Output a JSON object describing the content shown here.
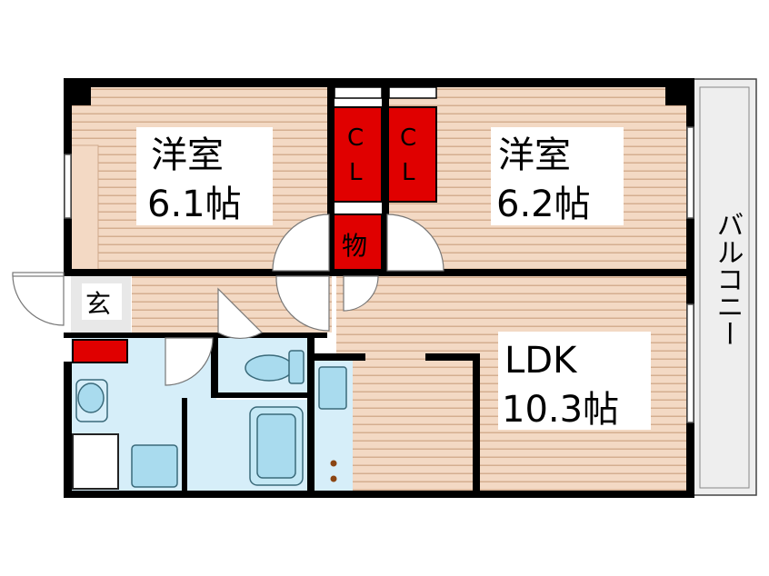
{
  "rooms": {
    "western_room_left": {
      "name": "洋室",
      "size": "6.1帖"
    },
    "western_room_right": {
      "name": "洋室",
      "size": "6.2帖"
    },
    "ldk": {
      "name": "LDK",
      "size": "10.3帖"
    }
  },
  "closets": {
    "left_closet": [
      "C",
      "L"
    ],
    "right_closet": [
      "C",
      "L"
    ],
    "storage": "物"
  },
  "entrance": "玄",
  "balcony": "バルコニー",
  "colors": {
    "wall": "#000000",
    "floor_wood": "#f3d9c4",
    "floor_line": "#cfa98c",
    "closet": "#e00000",
    "wet_area": "#d6eef9",
    "balcony": "#eeeeee"
  }
}
